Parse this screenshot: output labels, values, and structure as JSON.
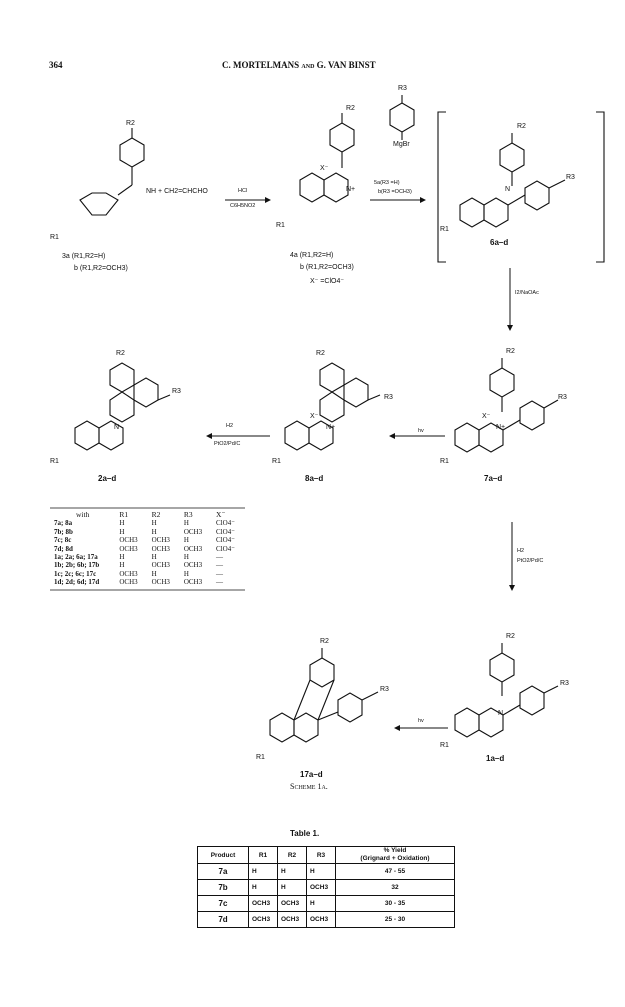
{
  "header": {
    "page_number": "364",
    "authors": "C. MORTELMANS and G. VAN BINST"
  },
  "scheme": {
    "reagent_line1": "NH + CH2=CHCHO",
    "hcl": "HCl",
    "solvent": "C6H5NO2",
    "cmpd3_a": "3a  (R1,R2=H)",
    "cmpd3_b": "b  (R1,R2=OCH3)",
    "cmpd4_a": "4a  (R1,R2=H)",
    "cmpd4_b": "b  (R1,R2=OCH3)",
    "counterion": "X⁻ =ClO4⁻",
    "grignard": "MgBr",
    "grig_a": "5a(R3 =H)",
    "grig_b": "b(R3 =OCH3)",
    "cmpd6": "6a–d",
    "ox_reagent": "I2/NaOAc",
    "cmpd7": "7a–d",
    "cmpd8": "8a–d",
    "cmpd2": "2a–d",
    "hv1": "hv",
    "hv2": "hv",
    "h2_1": "H2",
    "cat_1": "PtO2/Pd/C",
    "h2_2": "H2",
    "cat_2": "PtO2/Pd/C",
    "cmpd1": "1a–d",
    "cmpd17": "17a–d",
    "caption": "Scheme 1a.",
    "r1": "R1",
    "r2": "R2",
    "r3": "R3",
    "xm": "X⁻",
    "nplus": "N+",
    "n": "N"
  },
  "substituents": {
    "headers": [
      "with",
      "R1",
      "R2",
      "R3",
      "X⁻"
    ],
    "rows": [
      [
        "7a; 8a",
        "H",
        "H",
        "H",
        "ClO4⁻"
      ],
      [
        "7b; 8b",
        "H",
        "H",
        "OCH3",
        "ClO4⁻"
      ],
      [
        "7c; 8c",
        "OCH3",
        "OCH3",
        "H",
        "ClO4⁻"
      ],
      [
        "7d; 8d",
        "OCH3",
        "OCH3",
        "OCH3",
        "ClO4⁻"
      ],
      [
        "1a; 2a; 6a; 17a",
        "H",
        "H",
        "H",
        "—"
      ],
      [
        "1b; 2b; 6b; 17b",
        "H",
        "OCH3",
        "OCH3",
        "—"
      ],
      [
        "1c; 2c; 6c; 17c",
        "OCH3",
        "H",
        "H",
        "—"
      ],
      [
        "1d; 2d; 6d; 17d",
        "OCH3",
        "OCH3",
        "OCH3",
        "—"
      ]
    ]
  },
  "table1": {
    "title": "Table 1.",
    "headers": [
      "Product",
      "R1",
      "R2",
      "R3",
      "% Yield\n(Grignard + Oxidation)"
    ],
    "rows": [
      [
        "7a",
        "H",
        "H",
        "H",
        "47 - 55"
      ],
      [
        "7b",
        "H",
        "H",
        "OCH3",
        "32"
      ],
      [
        "7c",
        "OCH3",
        "OCH3",
        "H",
        "30 - 35"
      ],
      [
        "7d",
        "OCH3",
        "OCH3",
        "OCH3",
        "25 - 30"
      ]
    ]
  }
}
